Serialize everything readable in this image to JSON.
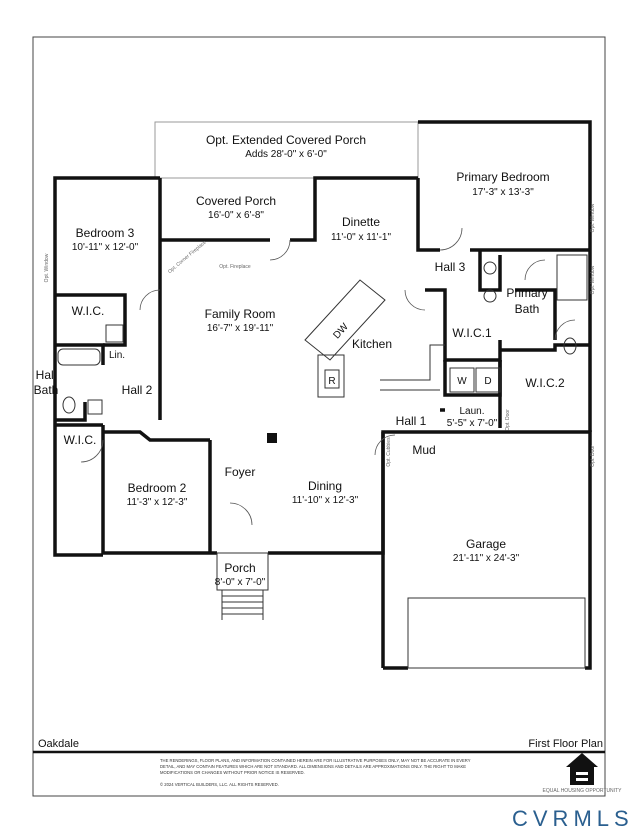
{
  "plan": {
    "name": "Oakdale",
    "title": "First Floor Plan",
    "disclaimer": [
      "THE RENDERINGS, FLOOR PLANS, AND INFORMATION CONTAINED HEREIN ARE FOR ILLUSTRATIVE PURPOSES ONLY, MAY NOT BE ACCURATE IN EVERY",
      "DETAIL, AND MAY CONTAIN FEATURES WHICH ARE NOT STANDARD.  ALL DIMENSIONS AND DETAILS ARE APPROXIMATIONS ONLY.  THE RIGHT TO MAKE",
      "MODIFICATIONS OR CHANGES WITHOUT PRIOR NOTICE IS RESERVED."
    ],
    "copyright": "© 2024 VERTICAL BUILDERS, LLC.  ALL RIGHTS RESERVED.",
    "equal_housing": "EQUAL HOUSING OPPORTUNITY",
    "watermark": "CVRMLS"
  },
  "rooms": {
    "ext_porch": {
      "name": "Opt. Extended Covered Porch",
      "dim": "Adds 28'-0\" x 6'-0\""
    },
    "primary_bedroom": {
      "name": "Primary Bedroom",
      "dim": "17'-3\" x 13'-3\""
    },
    "covered_porch": {
      "name": "Covered Porch",
      "dim": "16'-0\" x 6'-8\""
    },
    "dinette": {
      "name": "Dinette",
      "dim": "11'-0\" x 11'-1\""
    },
    "bedroom3": {
      "name": "Bedroom 3",
      "dim": "10'-11\" x 12'-0\""
    },
    "hall3": {
      "name": "Hall 3"
    },
    "primary_bath": {
      "name1": "Primary",
      "name2": "Bath"
    },
    "family_room": {
      "name": "Family Room",
      "dim": "16'-7\" x 19'-11\""
    },
    "wic_b3": {
      "name": "W.I.C."
    },
    "kitchen": {
      "name": "Kitchen"
    },
    "wic1": {
      "name": "W.I.C.1"
    },
    "linen": {
      "name": "Lin."
    },
    "hall_bath": {
      "name1": "Hall",
      "name2": "Bath"
    },
    "hall2": {
      "name": "Hall 2"
    },
    "wic2": {
      "name": "W.I.C.2"
    },
    "washer": {
      "name": "W"
    },
    "dryer": {
      "name": "D"
    },
    "hall1": {
      "name": "Hall 1"
    },
    "laundry": {
      "name": "Laun.",
      "dim": "5'-5\" x 7'-0\""
    },
    "mud": {
      "name": "Mud"
    },
    "wic_b2": {
      "name": "W.I.C."
    },
    "bedroom2": {
      "name": "Bedroom 2",
      "dim": "11'-3\" x 12'-3\""
    },
    "foyer": {
      "name": "Foyer"
    },
    "dining": {
      "name": "Dining",
      "dim": "11'-10\" x 12'-3\""
    },
    "garage": {
      "name": "Garage",
      "dim": "21'-11\" x 24'-3\""
    },
    "porch": {
      "name": "Porch",
      "dim": "8'-0\" x 7'-0\""
    }
  },
  "fixtures": {
    "dishwasher": "DW",
    "range": "R"
  },
  "options": {
    "window_left": "Opt. Window",
    "corner_fireplace": "Opt. Corner Fireplace",
    "fireplace": "Opt. Fireplace",
    "window_right_1": "Opt. Window",
    "window_right_2": "Opt. Window",
    "door_laundry": "Opt. Door",
    "door_garage": "Opt. Door",
    "cubbies": "Opt. Cubbies"
  }
}
